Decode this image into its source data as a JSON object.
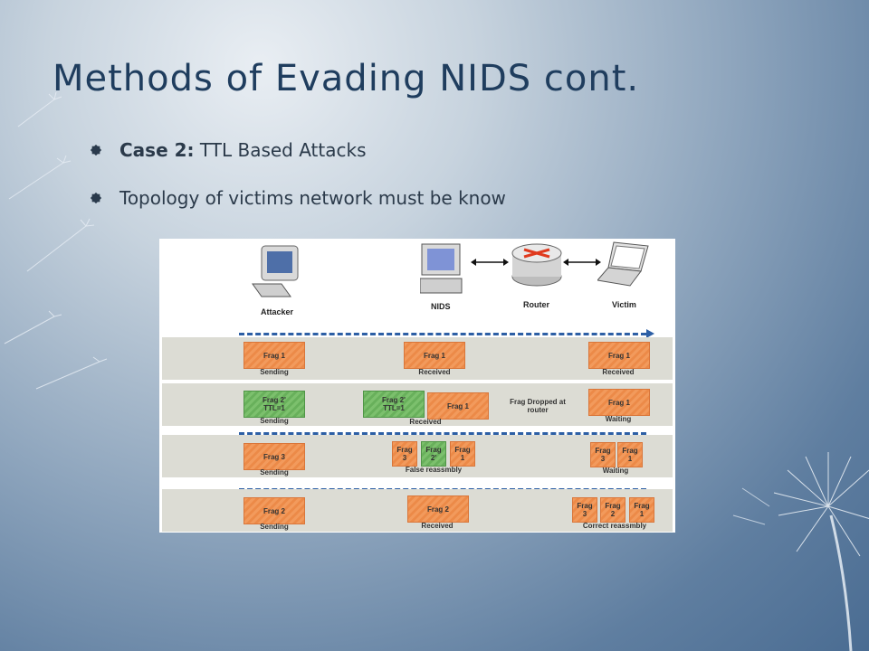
{
  "slide": {
    "title": "Methods of Evading NIDS cont.",
    "bullets": [
      {
        "bold": "Case 2:",
        "text": " TTL Based Attacks"
      },
      {
        "bold": "",
        "text": "Topology of victims network must be know"
      }
    ]
  },
  "figure": {
    "devices": {
      "attacker": "Attacker",
      "nids": "NIDS",
      "router": "Router",
      "victim": "Victim"
    },
    "row1": {
      "sender_frag": "Frag 1",
      "sender_status": "Sending",
      "nids_frag": "Frag 1",
      "nids_status": "Received",
      "victim_frag": "Frag 1",
      "victim_status": "Received"
    },
    "row2": {
      "sender_frag": "Frag 2'\nTTL=1",
      "sender_status": "Sending",
      "nids_frag_a": "Frag 2'\nTTL=1",
      "nids_frag_b": "Frag 1",
      "nids_status": "Received",
      "router_note": "Frag Dropped at\nrouter",
      "victim_frag": "Frag 1",
      "victim_status": "Waiting"
    },
    "row3": {
      "sender_frag": "Frag 3",
      "sender_status": "Sending",
      "nids_frags": [
        "Frag\n3",
        "Frag\n2'",
        "Frag\n1"
      ],
      "nids_status": "False reassmbly",
      "victim_frags": [
        "Frag\n3",
        "Frag\n1"
      ],
      "victim_status": "Waiting"
    },
    "row4": {
      "sender_frag": "Frag 2",
      "sender_status": "Sending",
      "nids_frag": "Frag 2",
      "nids_status": "Received",
      "victim_frags": [
        "Frag\n3",
        "Frag\n2",
        "Frag\n1"
      ],
      "victim_status": "Correct reassmbly"
    }
  }
}
